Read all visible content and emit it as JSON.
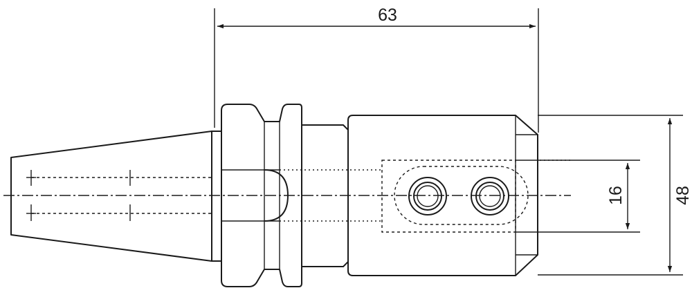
{
  "drawing": {
    "colors": {
      "line": "#1a1a1a",
      "background": "#ffffff"
    },
    "dimensions": {
      "length": "63",
      "bore": "16",
      "outer_diameter": "48"
    }
  }
}
